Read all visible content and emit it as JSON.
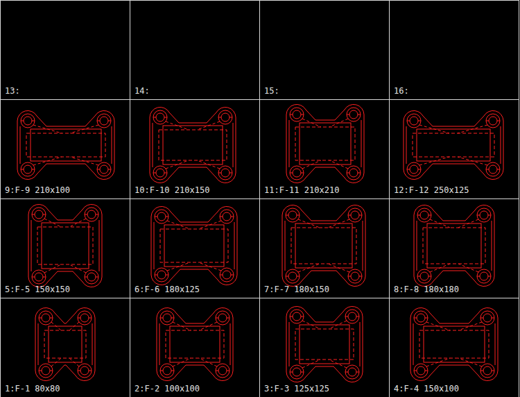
{
  "diagram": {
    "nodes": [
      {
        "text": [
          "13:"
        ]
      },
      {
        "text": [
          "14:"
        ]
      },
      {
        "text": [
          "15:"
        ]
      },
      {
        "text": [
          "16:"
        ]
      },
      {
        "text": [
          "9:F-9 210x100"
        ]
      },
      {
        "text": [
          "10:F-10 210x150"
        ]
      },
      {
        "text": [
          "11:F-11 210x210"
        ]
      },
      {
        "text": [
          "12:F-12 250x125"
        ]
      },
      {
        "text": [
          "5:F-5 150x150"
        ]
      },
      {
        "text": [
          "6:F-6 180x125"
        ]
      },
      {
        "text": [
          "7:F-7 180x150"
        ]
      },
      {
        "text": [
          "8:F-8 180x180"
        ]
      },
      {
        "text": [
          "1:F-1 80x80"
        ]
      },
      {
        "text": [
          "2:F-2 100x100"
        ]
      },
      {
        "text": [
          "3:F-3 125x125"
        ]
      },
      {
        "text": [
          "4:F-4 150x100"
        ]
      }
    ]
  }
}
